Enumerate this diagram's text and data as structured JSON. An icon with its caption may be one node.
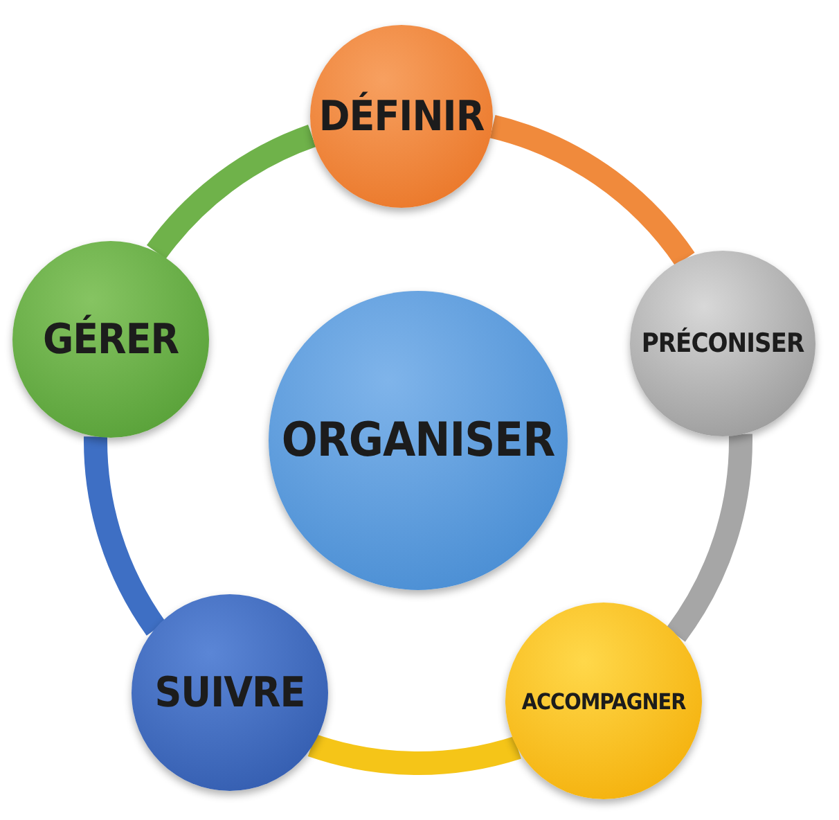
{
  "diagram": {
    "nodes": [
      {
        "text": [
          "DÉFINIR"
        ]
      },
      {
        "text": [
          "PRÉCONISER"
        ]
      },
      {
        "text": [
          "ACCOMPAGNER"
        ]
      },
      {
        "text": [
          "SUIVRE"
        ]
      },
      {
        "text": [
          "GÉRER"
        ]
      },
      {
        "text": [
          "ORGANISER"
        ]
      }
    ],
    "edges": [
      {
        "from": 0,
        "to": 1,
        "arrow": "none",
        "color": "#f08a3c"
      },
      {
        "from": 1,
        "to": 2,
        "arrow": "none",
        "color": "#a6a6a6"
      },
      {
        "from": 2,
        "to": 3,
        "arrow": "none",
        "color": "#f5c518"
      },
      {
        "from": 3,
        "to": 4,
        "arrow": "none",
        "color": "#3e6fc4"
      },
      {
        "from": 4,
        "to": 0,
        "arrow": "none",
        "color": "#6fb24a"
      }
    ]
  }
}
